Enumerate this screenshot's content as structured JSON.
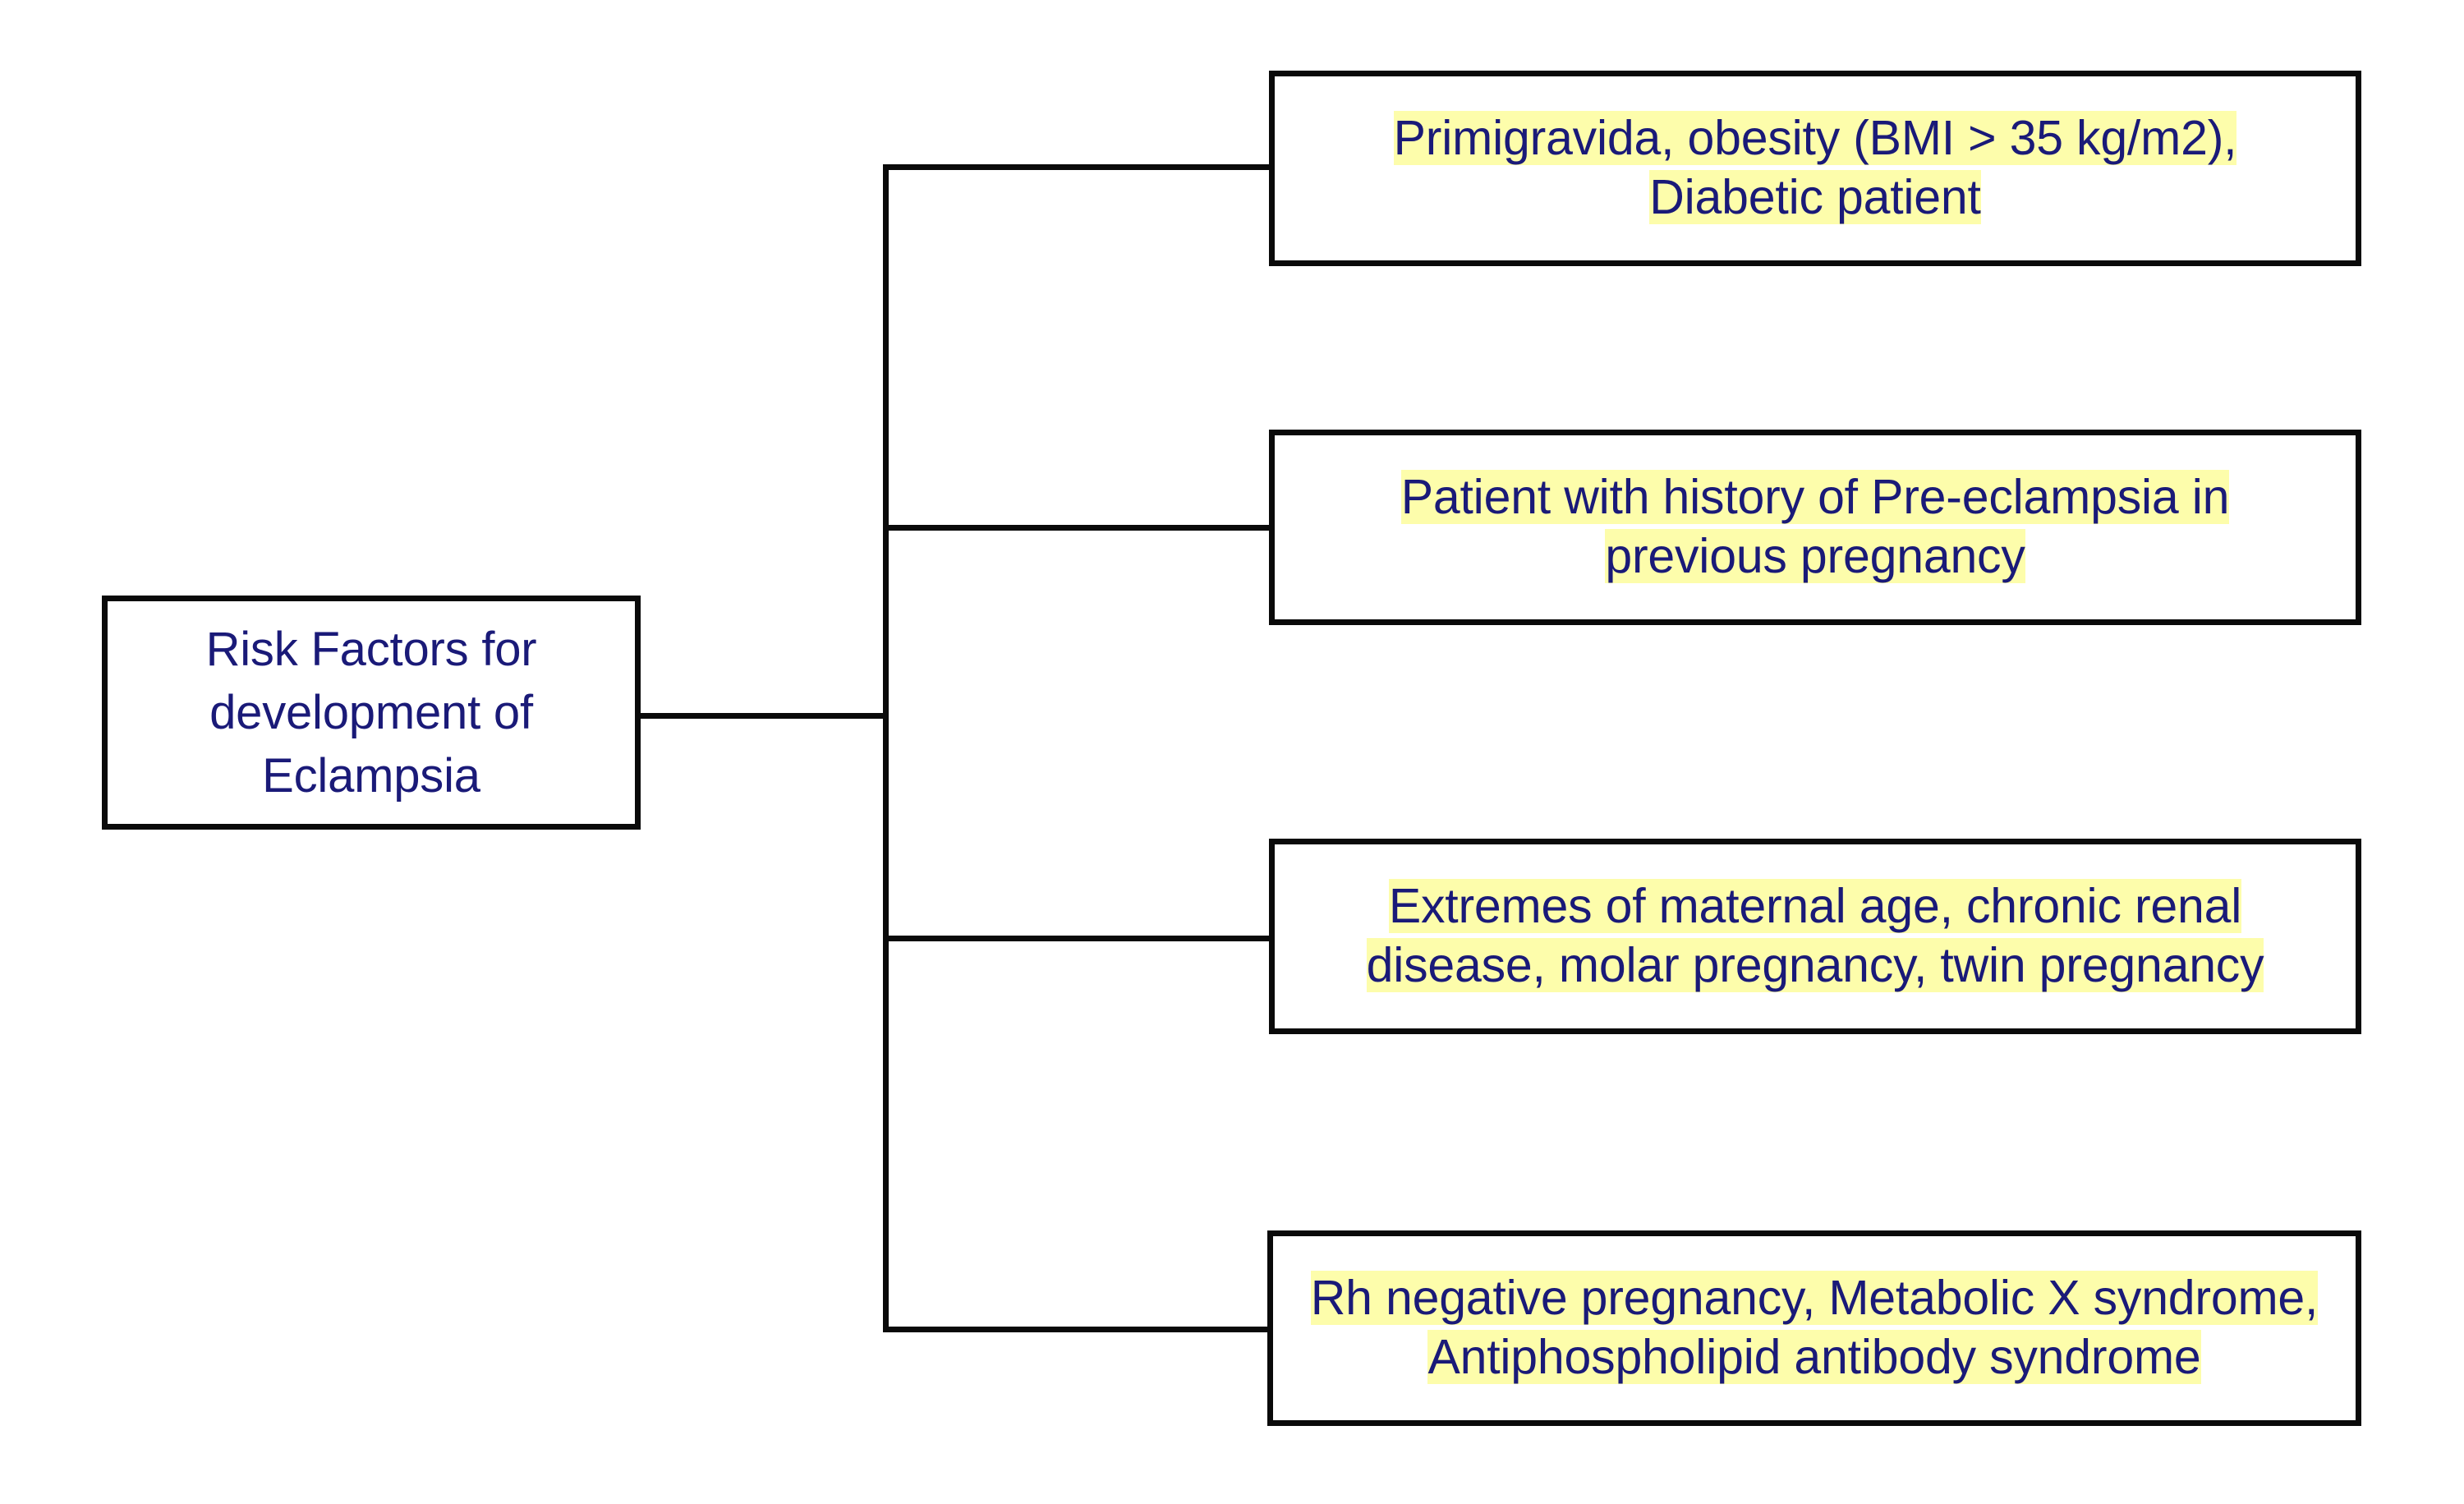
{
  "diagram": {
    "type": "hierarchy-tree",
    "orientation": "left-to-right",
    "colors": {
      "background": "#ffffff",
      "box_border": "#0a0a0a",
      "box_fill": "#ffffff",
      "text": "#1a1a78",
      "highlight": "#fdfdab",
      "connector": "#0a0a0a"
    },
    "root": {
      "label": "Risk Factors for development of Eclampsia",
      "lines": [
        "Risk Factors for",
        "development of",
        "Eclampsia"
      ],
      "highlighted": false
    },
    "branches": [
      {
        "id": "branch-0",
        "label": "Primigravida, obesity (BMI > 35 kg/m2), Diabetic patient",
        "lines": [
          "Primigravida, obesity (BMI > 35 kg/m2),",
          "Diabetic patient"
        ],
        "highlighted": true
      },
      {
        "id": "branch-1",
        "label": "Patient with history of Pre-eclampsia in previous pregnancy",
        "lines": [
          "Patient with history of Pre-eclampsia in",
          "previous pregnancy"
        ],
        "highlighted": true
      },
      {
        "id": "branch-2",
        "label": "Extremes of maternal age, chronic renal disease, molar pregnancy, twin pregnancy",
        "lines": [
          "Extremes of maternal age, chronic renal",
          "disease, molar pregnancy, twin pregnancy"
        ],
        "highlighted": true
      },
      {
        "id": "branch-3",
        "label": "Rh negative pregnancy, Metabolic X syndrome, Antiphospholipid antibody syndrome",
        "lines": [
          "Rh negative pregnancy, Metabolic X syndrome,",
          "Antiphospholipid antibody syndrome"
        ],
        "highlighted": true
      }
    ]
  }
}
